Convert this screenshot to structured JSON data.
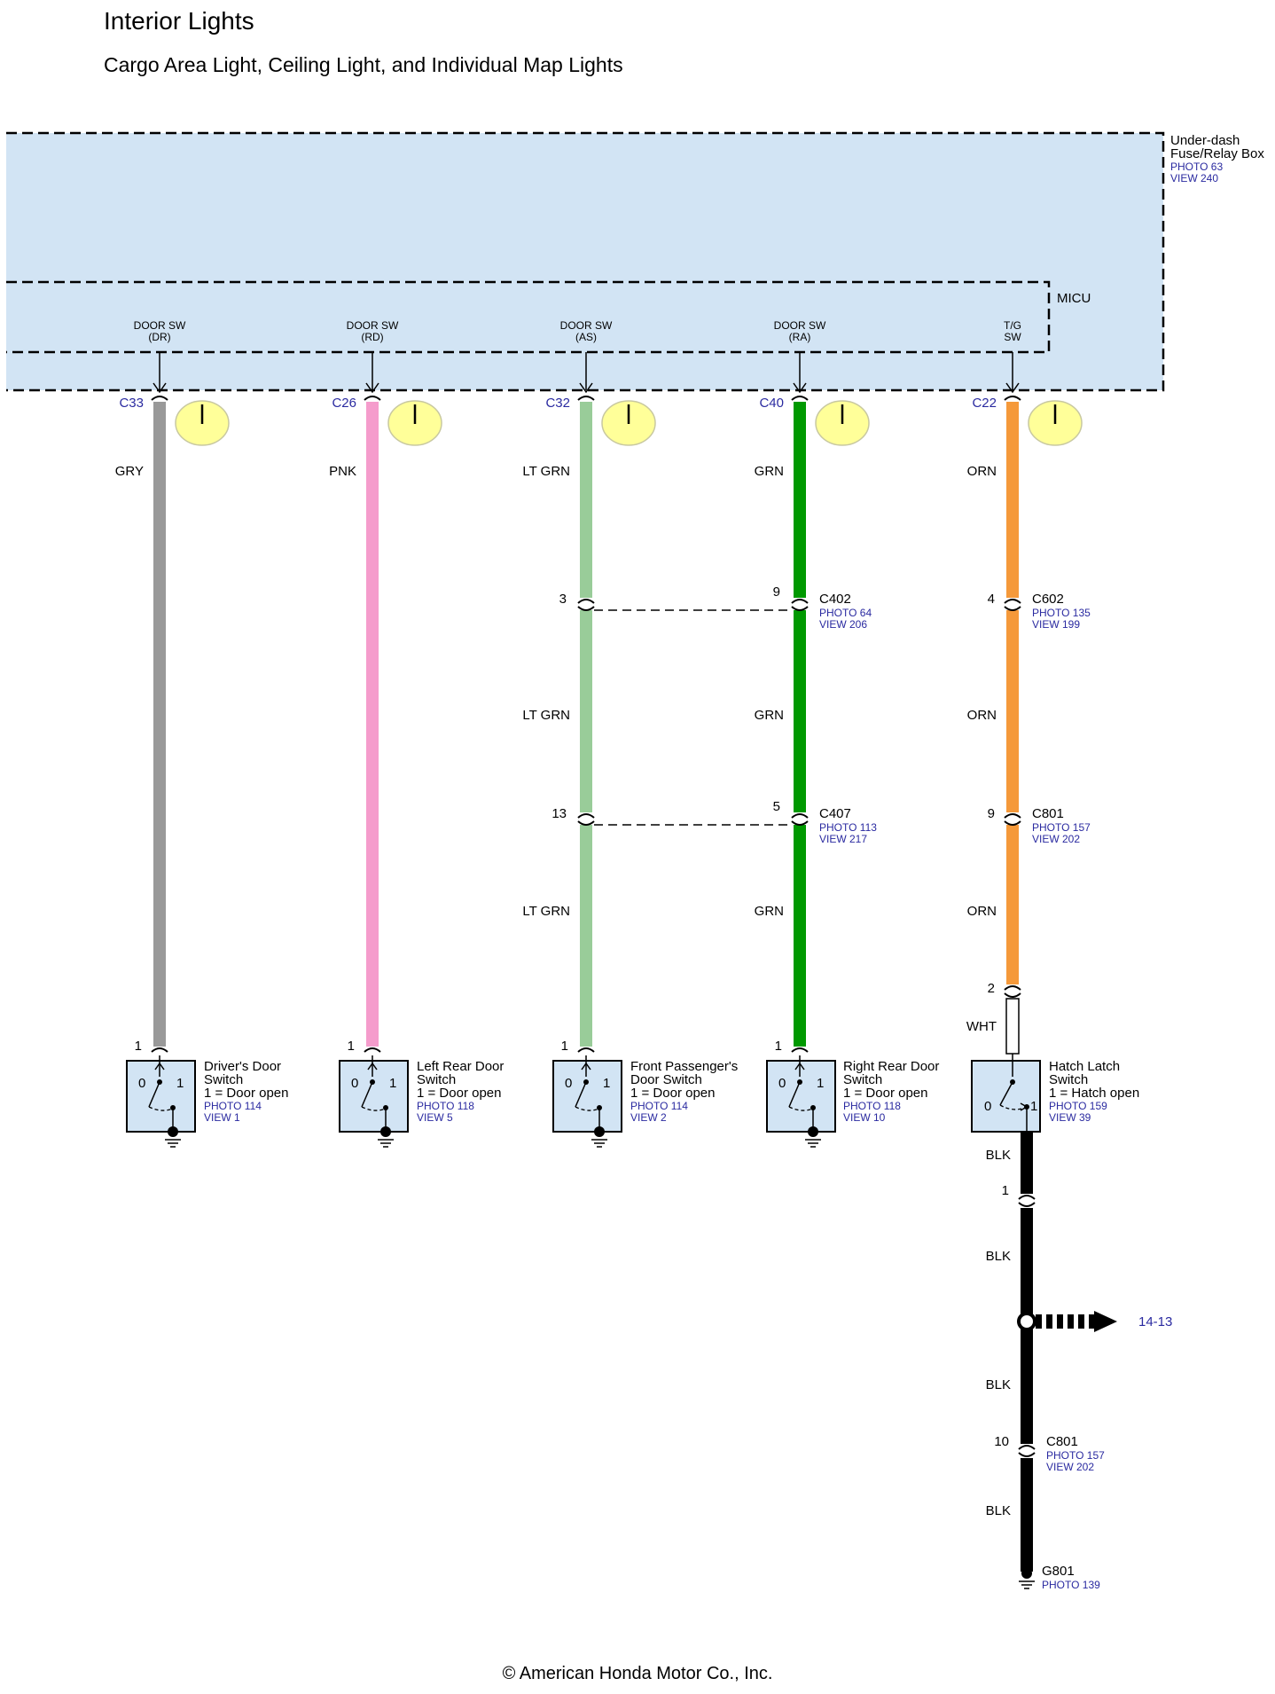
{
  "title": "Interior Lights",
  "subtitle": "Cargo Area Light, Ceiling Light, and Individual Map Lights",
  "footer": "© American Honda Motor Co., Inc.",
  "colors": {
    "box_fill": "#d2e4f4",
    "GRY": "#999999",
    "PNK": "#f59ccc",
    "LT GRN": "#99cc99",
    "GRN": "#009900",
    "ORN": "#f5993a",
    "BLK": "#000000",
    "WHT": "#ffffff",
    "indicator": "#ffff99",
    "ref_blue": "#2a2aa0"
  },
  "fuse_box": {
    "label_lines": [
      "Under-dash",
      "Fuse/Relay Box"
    ],
    "refs": [
      "PHOTO 63",
      "VIEW 240"
    ]
  },
  "micu": {
    "label": "MICU"
  },
  "circuits": [
    {
      "pin_label": [
        "DOOR SW",
        "(DR)"
      ],
      "connector": "C33",
      "wire_top": "GRY",
      "wire_mid": "",
      "wire_low": "",
      "switch": {
        "pin": "1",
        "lines": [
          "Driver's Door",
          "Switch",
          "1 = Door open"
        ],
        "refs": [
          "PHOTO 114",
          "VIEW 1"
        ]
      }
    },
    {
      "pin_label": [
        "DOOR SW",
        "(RD)"
      ],
      "connector": "C26",
      "wire_top": "PNK",
      "wire_mid": "",
      "wire_low": "",
      "switch": {
        "pin": "1",
        "lines": [
          "Left Rear Door",
          "Switch",
          "1 = Door open"
        ],
        "refs": [
          "PHOTO 118",
          "VIEW 5"
        ]
      }
    },
    {
      "pin_label": [
        "DOOR SW",
        "(AS)"
      ],
      "connector": "C32",
      "wire_top": "LT GRN",
      "wire_mid": "LT GRN",
      "wire_low": "LT GRN",
      "pin_c1": "3",
      "pin_c2": "13",
      "switch": {
        "pin": "1",
        "lines": [
          "Front Passenger's",
          "Door Switch",
          "1 = Door open"
        ],
        "refs": [
          "PHOTO 114",
          "VIEW 2"
        ]
      }
    },
    {
      "pin_label": [
        "DOOR SW",
        "(RA)"
      ],
      "connector": "C40",
      "wire_top": "GRN",
      "wire_mid": "GRN",
      "wire_low": "GRN",
      "pin_c1": "9",
      "pin_c2": "5",
      "switch": {
        "pin": "1",
        "lines": [
          "Right Rear Door",
          "Switch",
          "1 = Door open"
        ],
        "refs": [
          "PHOTO 118",
          "VIEW 10"
        ]
      }
    },
    {
      "pin_label": [
        "T/G",
        "SW"
      ],
      "connector": "C22",
      "wire_top": "ORN",
      "wire_mid": "ORN",
      "wire_low": "ORN",
      "pin_c1": "4",
      "pin_c2": "9",
      "pin_c3": "2",
      "switch": {
        "pin": "",
        "lines": [
          "Hatch Latch",
          "Switch",
          "1 = Hatch open"
        ],
        "refs": [
          "PHOTO 159",
          "VIEW 39"
        ]
      }
    }
  ],
  "inline_connectors": {
    "C402": {
      "name": "C402",
      "refs": [
        "PHOTO 64",
        "VIEW 206"
      ]
    },
    "C407": {
      "name": "C407",
      "refs": [
        "PHOTO 113",
        "VIEW 217"
      ]
    },
    "C602": {
      "name": "C602",
      "refs": [
        "PHOTO 135",
        "VIEW 199"
      ]
    },
    "C801_top": {
      "name": "C801",
      "refs": [
        "PHOTO 157",
        "VIEW 202"
      ]
    },
    "C801_bottom": {
      "name": "C801",
      "refs": [
        "PHOTO 157",
        "VIEW 202"
      ]
    }
  },
  "hatch_wire": {
    "wht_label": "WHT",
    "blk_labels": [
      "BLK",
      "BLK",
      "BLK",
      "BLK"
    ],
    "pin_blk1": "1",
    "pin_blk2": "10",
    "splice_ref": "14-13",
    "ground": {
      "name": "G801",
      "ref": "PHOTO 139"
    }
  },
  "switch_positions": {
    "zero": "0",
    "one": "1"
  }
}
